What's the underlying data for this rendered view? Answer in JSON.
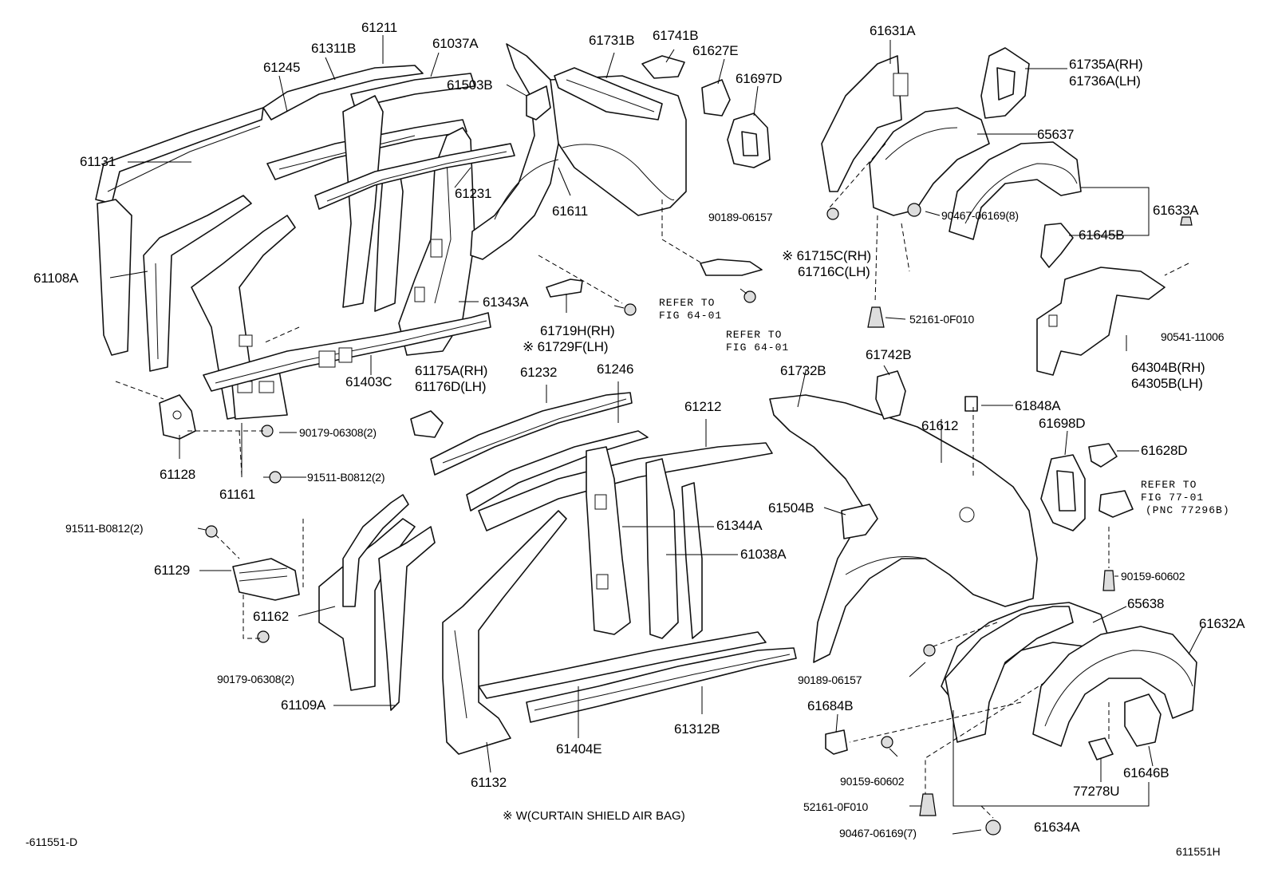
{
  "callouts": {
    "p61211": "61211",
    "p61311b": "61311B",
    "p61037a": "61037A",
    "p61245": "61245",
    "p61503b": "61503B",
    "p61131": "61131",
    "p61231": "61231",
    "p61108a": "61108A",
    "p61343a": "61343A",
    "p61403c": "61403C",
    "p61128": "61128",
    "p61161": "61161",
    "p90179_a": "90179-06308(2)",
    "p91511_a": "91511-B0812(2)",
    "p91511_b": "91511-B0812(2)",
    "p61129": "61129",
    "p61162": "61162",
    "p90179_b": "90179-06308(2)",
    "p61109a": "61109A",
    "p61132": "61132",
    "p61404e": "61404E",
    "p61312b": "61312B",
    "p61344a": "61344A",
    "p61038a": "61038A",
    "p61212": "61212",
    "p61246": "61246",
    "p61232": "61232",
    "p61175a": "61175A(RH)",
    "p61176d": "61176D(LH)",
    "p61731b": "61731B",
    "p61741b": "61741B",
    "p61627e": "61627E",
    "p61697d": "61697D",
    "p61611": "61611",
    "p61719h": "61719H(RH)",
    "p61729f": "61729F(LH)",
    "p61715c": "61715C(RH)",
    "p61716c": "61716C(LH)",
    "p90189_a": "90189-06157",
    "p61631a": "61631A",
    "p65637": "65637",
    "p61735a": "61735A(RH)",
    "p61736a": "61736A(LH)",
    "p61633a": "61633A",
    "p61645b": "61645B",
    "p90467_a": "90467-06169(8)",
    "p52161_a": "52161-0F010",
    "p90541": "90541-11006",
    "p64304b": "64304B(RH)",
    "p64305b": "64305B(LH)",
    "p61732b": "61732B",
    "p61742b": "61742B",
    "p61612": "61612",
    "p61848a": "61848A",
    "p61698d": "61698D",
    "p61628d": "61628D",
    "p61504b": "61504B",
    "p90159_a": "90159-60602",
    "p65638": "65638",
    "p61632a": "61632A",
    "p90189_b": "90189-06157",
    "p61684b": "61684B",
    "p90159_b": "90159-60602",
    "p52161_b": "52161-0F010",
    "p90467_b": "90467-06169(7)",
    "p61634a": "61634A",
    "p77278u": "77278U",
    "p61646b": "61646B"
  },
  "references": {
    "refer_label": "REFER TO",
    "fig_6401_a": "FIG 64-01",
    "fig_6401_b": "FIG 64-01",
    "refer_label_c": "REFER TO",
    "fig_7701": "FIG 77-01",
    "pnc": "(PNC 77296B)"
  },
  "marks": {
    "note_mark": "※"
  },
  "notes": {
    "footnote": "※ W(CURTAIN SHIELD AIR BAG)",
    "diagram_code_left": "-611551-D",
    "diagram_code_right": "611551H"
  }
}
